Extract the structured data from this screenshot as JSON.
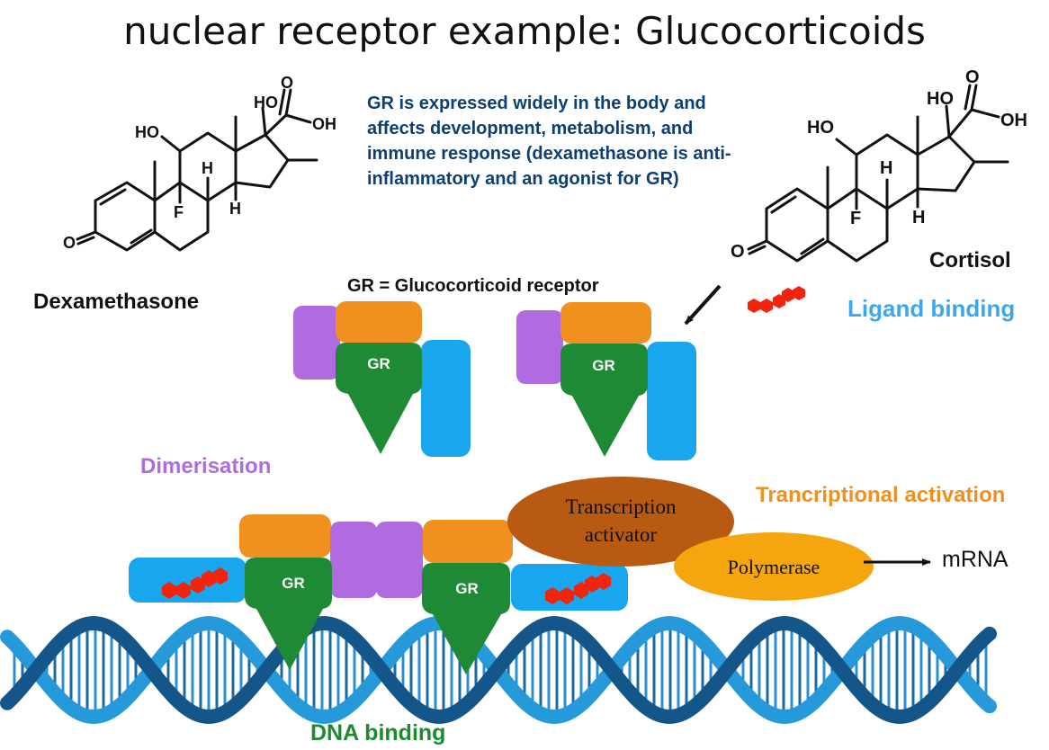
{
  "title": "nuclear receptor example: Glucocorticoids",
  "description": "GR is expressed widely in the body and affects development, metabolism, and immune response (dexamethasone is anti-inflammatory and an agonist for GR)",
  "gr_definition": "GR = Glucocorticoid receptor",
  "molecules": {
    "left_name": "Dexamethasone",
    "right_name": "Cortisol",
    "atoms": {
      "ho": "HO",
      "o": "O",
      "oh": "OH",
      "h": "H",
      "f": "F"
    }
  },
  "labels": {
    "ligand_binding": "Ligand binding",
    "dimerisation": "Dimerisation",
    "transcriptional_activation": "Trancriptional activation",
    "dna_binding": "DNA binding",
    "gr": "GR",
    "transcription_activator_line1": "Transcription",
    "transcription_activator_line2": "activator",
    "polymerase": "Polymerase",
    "mrna": "mRNA"
  },
  "colors": {
    "gr_green": "#1e8a36",
    "orange": "#f0901e",
    "purple": "#b06be0",
    "blue": "#18a7ee",
    "ligand_red": "#f4230e",
    "activator_brown": "#b85a12",
    "polymerase_orange": "#f5a50d",
    "dna_dark": "#15568a",
    "dna_light": "#2699da",
    "desc_navy": "#0d3f73"
  }
}
